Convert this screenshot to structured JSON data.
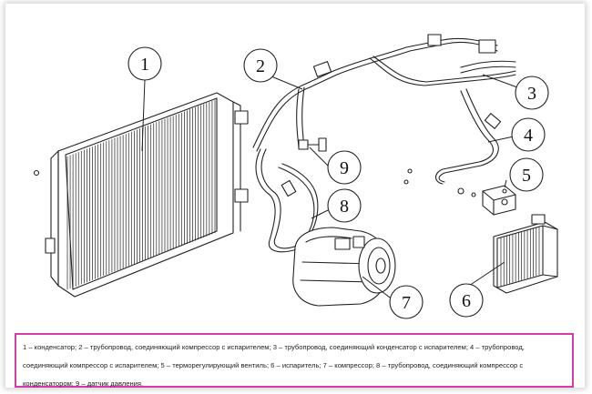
{
  "callouts": [
    {
      "id": "1",
      "text": "1"
    },
    {
      "id": "2",
      "text": "2"
    },
    {
      "id": "3",
      "text": "3"
    },
    {
      "id": "4",
      "text": "4"
    },
    {
      "id": "5",
      "text": "5"
    },
    {
      "id": "6",
      "text": "6"
    },
    {
      "id": "7",
      "text": "7"
    },
    {
      "id": "8",
      "text": "8"
    },
    {
      "id": "9",
      "text": "9"
    }
  ],
  "caption": "1 – конденсатор; 2 – трубопровод, соединяющий компрессор с испарителем; 3 – трубопровод, соединяющий конденсатор с испарителем; 4 – трубопровод, соединяющий компрессор с испарителем; 5 – терморегулирующий вентиль; 6 – испаритель; 7 – компрессор; 8 – трубопровод, соединяющий компрессор с конденсатором; 9 – датчик давления.",
  "colors": {
    "line": "#222222",
    "fill": "#ffffff",
    "caption_border": "#d63aa6"
  }
}
